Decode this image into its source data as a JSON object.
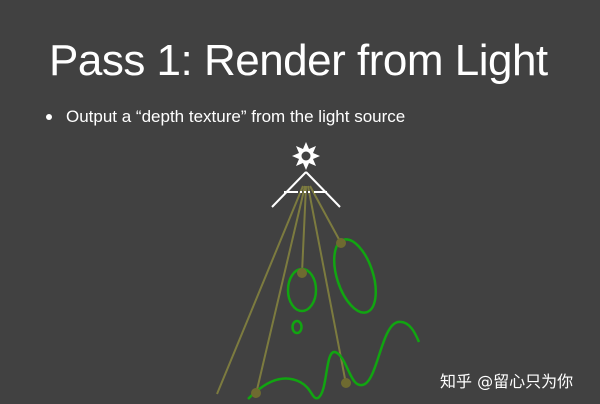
{
  "slide": {
    "title": "Pass 1: Render from Light",
    "bullets": [
      "Output a “depth texture” from the light source"
    ]
  },
  "colors": {
    "background": "#414141",
    "text": "#ffffff",
    "ray": "#7c7b3f",
    "surface": "#11a511",
    "hit_point": "#6e6a30",
    "frustum": "#ffffff"
  },
  "icons": [
    "light-source-sun-icon"
  ],
  "watermark": "知乎 @留心只为你"
}
